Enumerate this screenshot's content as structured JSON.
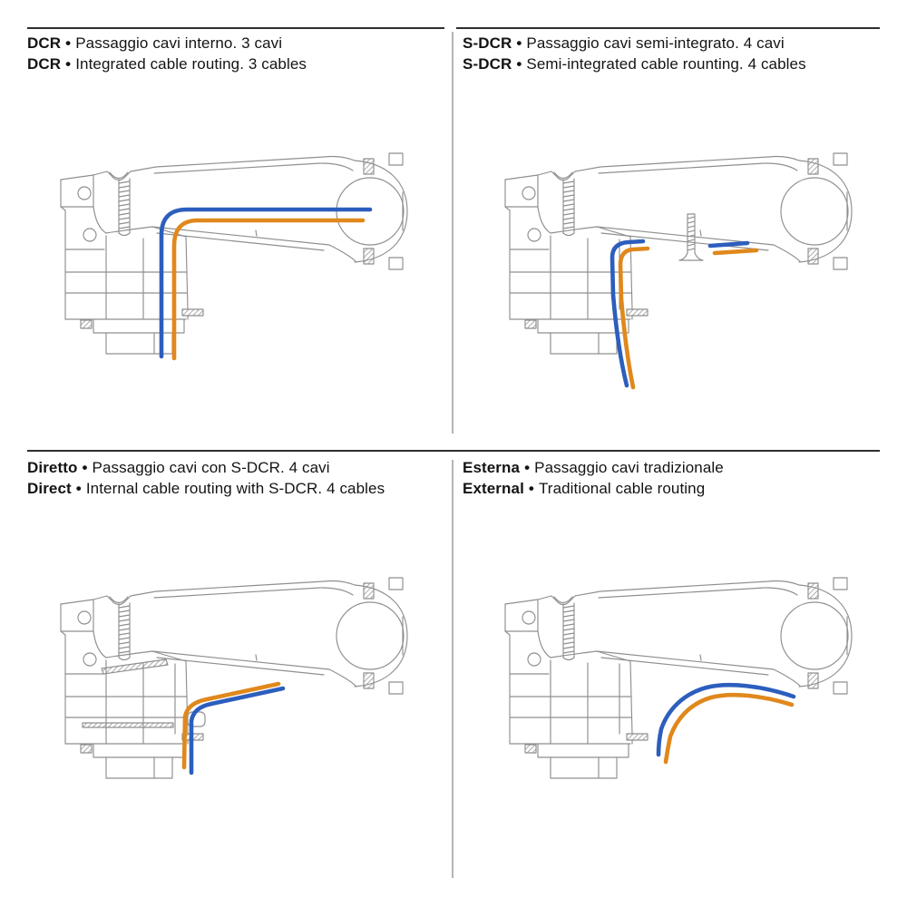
{
  "colors": {
    "background": "#ffffff",
    "text": "#141414",
    "rule": "#2e2e2e",
    "divider": "#b4b4b4",
    "line_art": "#8f8f8f",
    "cable_blue": "#2c5ebd",
    "cable_orange": "#e0881c"
  },
  "bullet": "•",
  "panels": [
    {
      "id": "dcr",
      "lines": [
        {
          "lead": "DCR",
          "text": "Passaggio cavi interno. 3 cavi"
        },
        {
          "lead": "DCR",
          "text": "Integrated cable routing. 3 cables"
        }
      ]
    },
    {
      "id": "s-dcr",
      "lines": [
        {
          "lead": "S-DCR",
          "text": "Passaggio cavi semi-integrato. 4 cavi"
        },
        {
          "lead": "S-DCR",
          "text": "Semi-integrated cable rounting. 4 cables"
        }
      ]
    },
    {
      "id": "diretto",
      "lines": [
        {
          "lead": "Diretto",
          "text": "Passaggio cavi con S-DCR. 4 cavi"
        },
        {
          "lead": "Direct",
          "text": "Internal cable routing with S-DCR. 4 cables"
        }
      ]
    },
    {
      "id": "esterna",
      "lines": [
        {
          "lead": "Esterna",
          "text": "Passaggio cavi tradizionale"
        },
        {
          "lead": "External",
          "text": "Traditional cable routing"
        }
      ]
    }
  ],
  "drawings": {
    "dcr": {
      "subject": "stem-cross-section",
      "routing": "fully-internal-through-stem",
      "cables": [
        "blue",
        "orange"
      ]
    },
    "s_dcr": {
      "subject": "stem-cross-section",
      "routing": "semi-integrated-under-stem",
      "cables": [
        "blue",
        "orange"
      ]
    },
    "diretto": {
      "subject": "stem-cross-section-with-spacer",
      "routing": "direct-into-headset",
      "cables": [
        "blue",
        "orange"
      ]
    },
    "esterna": {
      "subject": "stem-cross-section",
      "routing": "external-traditional",
      "cables": [
        "blue",
        "orange"
      ]
    }
  }
}
